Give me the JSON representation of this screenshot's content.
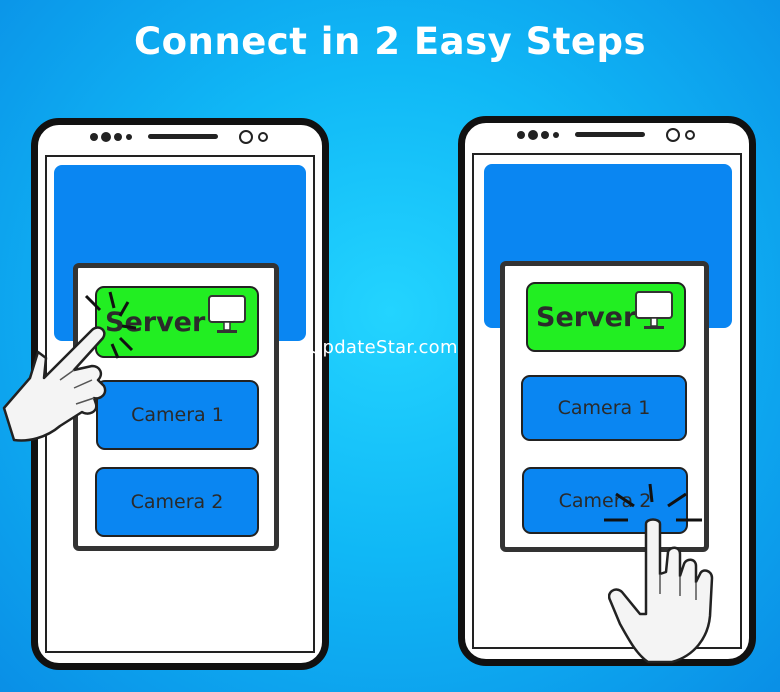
{
  "title": "Connect in 2 Easy Steps",
  "watermark": "UpdateStar.com",
  "steps": [
    {
      "server_label": "Server",
      "camera1_label": "Camera 1",
      "camera2_label": "Camera 2",
      "tapped": "server"
    },
    {
      "server_label": "Server",
      "camera1_label": "Camera 1",
      "camera2_label": "Camera 2",
      "tapped": "camera-2"
    }
  ],
  "icons": {
    "server": "monitor-icon",
    "tap": "pointing-hand-icon"
  },
  "colors": {
    "background": "#10b8f6",
    "server_button": "#22ee22",
    "camera_button": "#0a86f2",
    "header_block": "#0a86f2",
    "title_text": "#ffffff"
  }
}
